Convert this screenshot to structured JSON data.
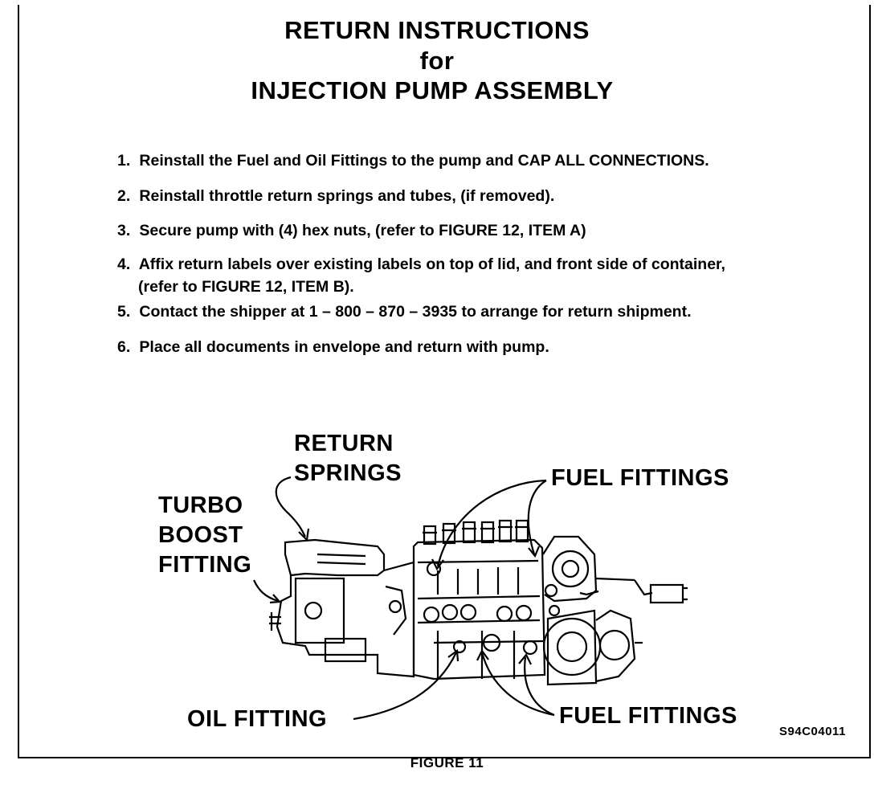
{
  "title": {
    "line1": "RETURN INSTRUCTIONS",
    "line2": "for",
    "line3": "INJECTION PUMP ASSEMBLY"
  },
  "steps": [
    {
      "num": "1.",
      "text": "Reinstall the Fuel and Oil Fittings to the pump and CAP ALL CONNECTIONS."
    },
    {
      "num": "2.",
      "text": "Reinstall throttle return springs and tubes, (if removed)."
    },
    {
      "num": "3.",
      "text": "Secure pump with (4) hex nuts, (refer to FIGURE 12, ITEM A)"
    },
    {
      "num": "4.",
      "text": "Affix return labels over existing labels on top of lid, and front side of container,",
      "text2": "(refer to FIGURE 12, ITEM B)."
    },
    {
      "num": "5.",
      "text": "Contact the shipper at 1 – 800 – 870 – 3935 to arrange for return shipment."
    },
    {
      "num": "6.",
      "text": "Place all documents in envelope and return with pump."
    }
  ],
  "figure": {
    "labels": {
      "return_springs_1": "RETURN",
      "return_springs_2": "SPRINGS",
      "turbo_1": "TURBO",
      "turbo_2": "BOOST",
      "turbo_3": "FITTING",
      "fuel_fittings_top": "FUEL FITTINGS",
      "oil_fitting": "OIL FITTING",
      "fuel_fittings_bottom": "FUEL FITTINGS"
    },
    "id": "S94C04011",
    "caption": "FIGURE 11"
  }
}
